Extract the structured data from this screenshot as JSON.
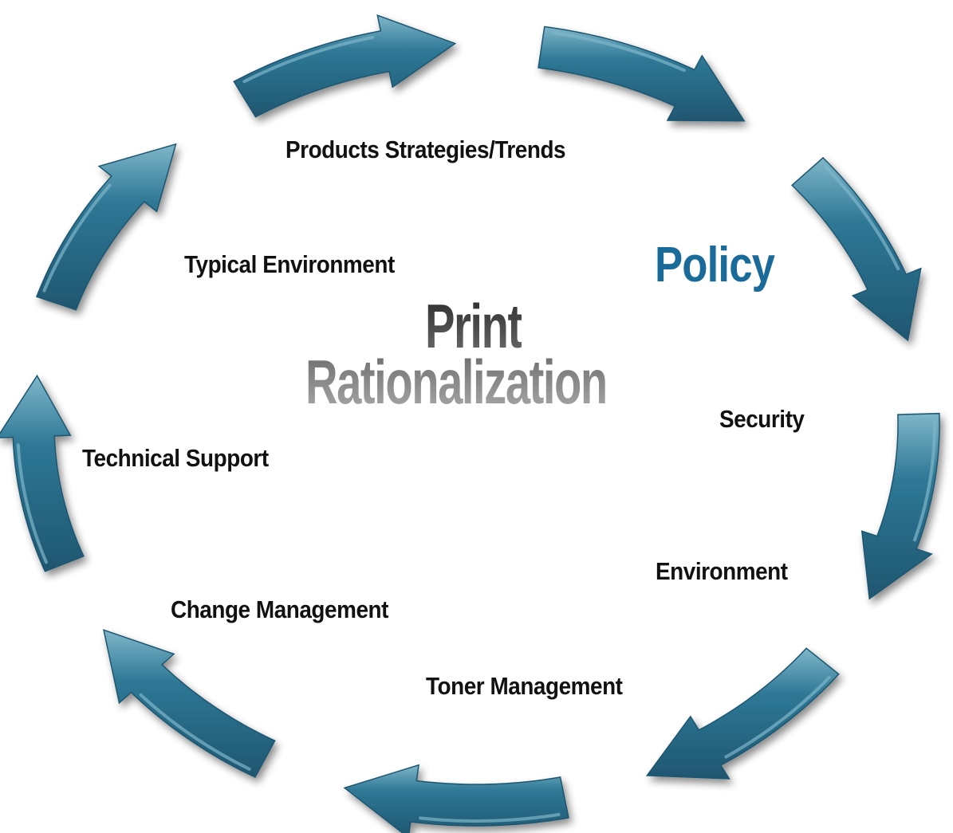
{
  "diagram": {
    "title_line1": "Print",
    "title_line2": "Rationalization",
    "highlight_label": "Policy",
    "labels": {
      "products": "Products Strategies/Trends",
      "typical": "Typical Environment",
      "security": "Security",
      "technical": "Technical Support",
      "environment": "Environment",
      "change": "Change Management",
      "toner": "Toner Management"
    },
    "colors": {
      "arrow_dark": "#1f5670",
      "arrow_mid": "#2e7896",
      "arrow_light": "#7fb6c9",
      "policy_text": "#1a6a9a",
      "label_text": "#111111"
    },
    "arrow_count": 9,
    "arrow_direction": "clockwise"
  }
}
